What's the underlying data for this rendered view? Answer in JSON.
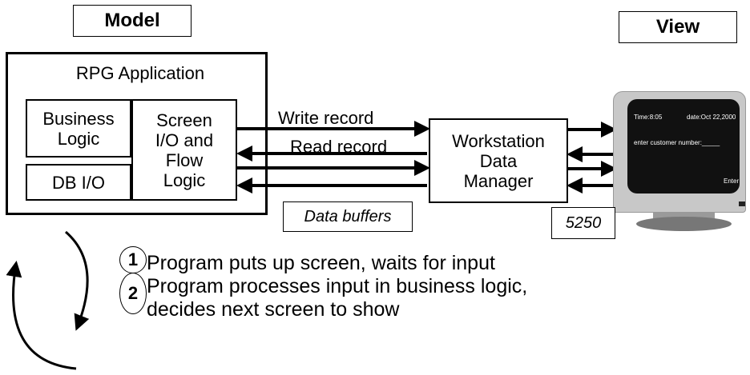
{
  "headers": {
    "model": "Model",
    "view": "View"
  },
  "rpg": {
    "title": "RPG Application",
    "business_logic": "Business\nLogic",
    "screen_io": "Screen\nI/O and\nFlow\nLogic",
    "db_io": "DB I/O"
  },
  "arrows": {
    "write_record": "Write record",
    "read_record": "Read record"
  },
  "data_buffers": "Data buffers",
  "wdm": "Workstation\nData\nManager",
  "terminal": {
    "label": "5250",
    "screen": {
      "time": "Time:8:05",
      "date": "date:Oct 22,2000",
      "prompt": "enter customer number:_____",
      "enter": "Enter"
    }
  },
  "steps": [
    {
      "number": "1",
      "text": "Program puts up screen, waits for input"
    },
    {
      "number": "2",
      "text": "Program processes input in business logic,\ndecides next screen to show"
    }
  ]
}
